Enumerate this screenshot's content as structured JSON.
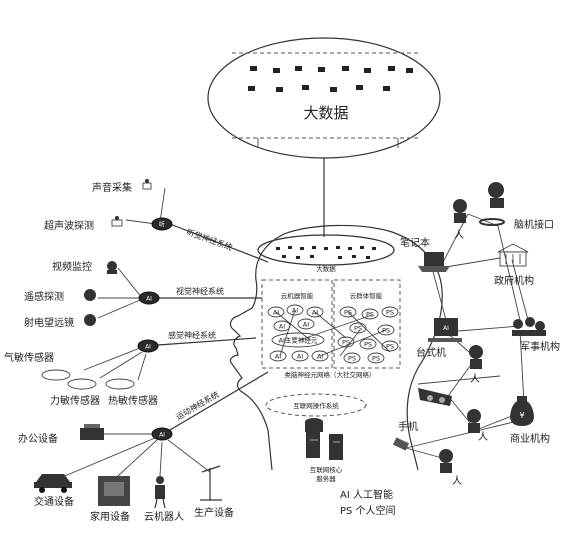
{
  "bigdata": {
    "label": "大数据"
  },
  "brain": {
    "bigdata_label": "大数据",
    "cloud_brain_label": "云机器智能",
    "cloud_group_label": "云群体智能",
    "ai_center_label": "AI主要神经元",
    "network_label": "类脑神经元网络（大社交网络）",
    "os_label": "互联网操作系统",
    "server_label_1": "互联网核心",
    "server_label_2": "服务器"
  },
  "systems": {
    "auditory": "听觉神经系统",
    "visual": "视觉神经系统",
    "sensory": "感觉神经系统",
    "motor": "运动神经系统"
  },
  "node_labels": {
    "auditory": "听",
    "visual": "AI",
    "sensory": "AI",
    "motor": "AI"
  },
  "sensors": {
    "sound": "声音采集",
    "ultrasonic": "超声波探测",
    "video": "视频监控",
    "remote": "遥感探测",
    "telescope": "射电望远镜",
    "gas": "气敏传感器",
    "force": "力敏传感器",
    "heat": "热敏传感器"
  },
  "devices": {
    "office": "办公设备",
    "traffic": "交通设备",
    "home": "家用设备",
    "robot": "云机器人",
    "production": "生产设备"
  },
  "right": {
    "laptop": "笔记本",
    "person": "人",
    "bci": "脑机接口",
    "gov": "政府机构",
    "desktop": "台式机",
    "military": "军事机构",
    "phone": "手机",
    "business": "商业机构"
  },
  "legend": {
    "ai": "AI  人工智能",
    "ps": "PS  个人空间"
  },
  "neuron_tags": {
    "ai": "AI",
    "ps": "PS"
  }
}
